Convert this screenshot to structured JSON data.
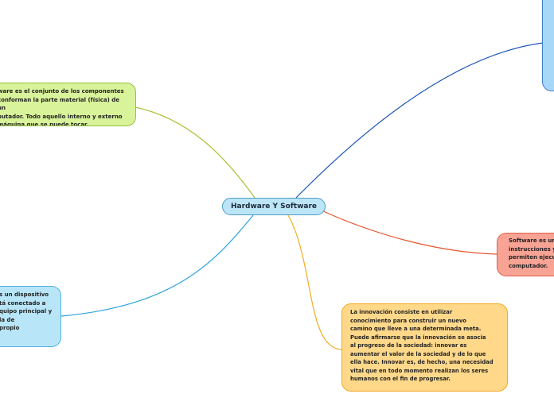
{
  "central": {
    "label": "Hardware Y  Software"
  },
  "nodes": {
    "hardware": "ware es el conjunto de los componentes\nconforman la parte material (física) de un\nputador. Todo aquello interno y externo\nmáquina que se puede tocar.",
    "periferico": "s un dispositivo\ntá conectado a\nquipo principal y\nla de\npropio",
    "innovacion": "La innovación consiste en utilizar\nconocimiento para construir un nuevo\ncamino que lleve a una determinada meta.\nPuede afirmarse que la innovación se asocia\nal progreso de la sociedad: innovar es\naumentar el valor de la sociedad y de lo que\nella hace. Innovar es, de hecho, una necesidad\nvital que en todo momento realizan los seres\nhumanos con el fin de progresar.",
    "software": "Software es un\ninstrucciones y\npermiten ejecu\ncomputador."
  },
  "colors": {
    "hardware_link": "#a8c43a",
    "periferico_link": "#2aa2da",
    "innovacion_link": "#f0ac1c",
    "software_link": "#e8542e",
    "topright_link": "#1f56b8"
  }
}
